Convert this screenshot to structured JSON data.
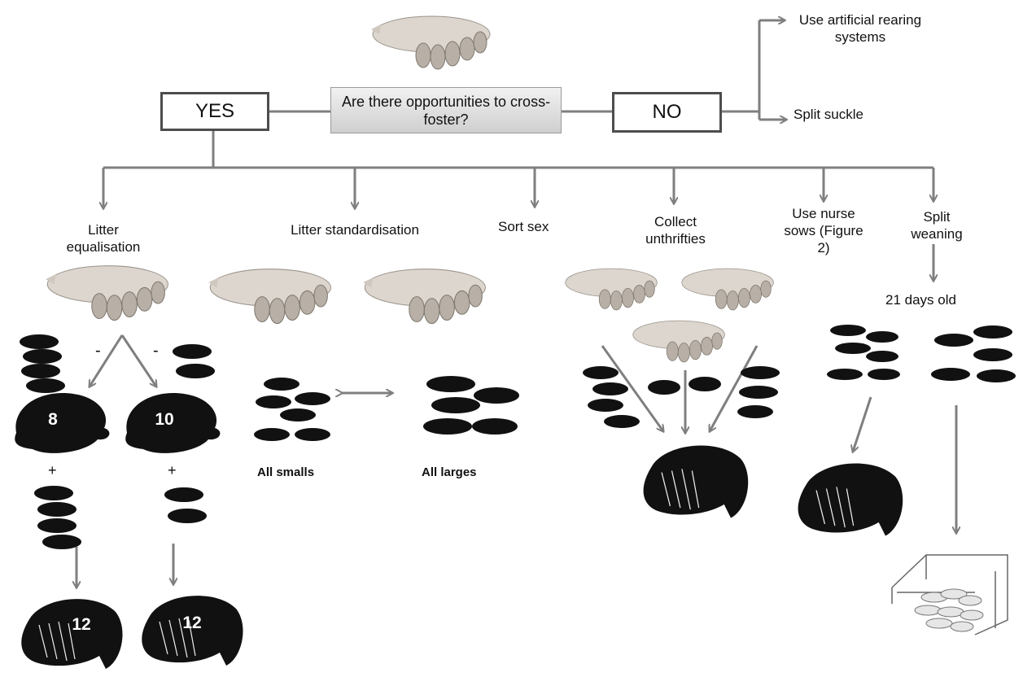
{
  "question": "Are there opportunities to cross-foster?",
  "yes_label": "YES",
  "no_label": "NO",
  "no_options": [
    "Use artificial rearing systems",
    "Split suckle"
  ],
  "strategies": {
    "litter_equalisation": "Litter equalisation",
    "litter_standardisation": "Litter standardisation",
    "sort_sex": "Sort sex",
    "collect_unthrifties": "Collect unthrifties",
    "use_nurse_sows": "Use nurse sows (Figure 2)",
    "split_weaning": "Split weaning"
  },
  "equalisation": {
    "sow_a_count": "8",
    "sow_b_count": "10",
    "result_a": "12",
    "result_b": "12",
    "plus": "+",
    "minus": "-"
  },
  "standardisation": {
    "smalls": "All smalls",
    "larges": "All larges"
  },
  "weaning_age": "21 days old",
  "colors": {
    "arrow": "#7f7f7f",
    "box_border": "#4d4d4d",
    "silhouette": "#111111",
    "sow_light": "#dcd6cf"
  }
}
